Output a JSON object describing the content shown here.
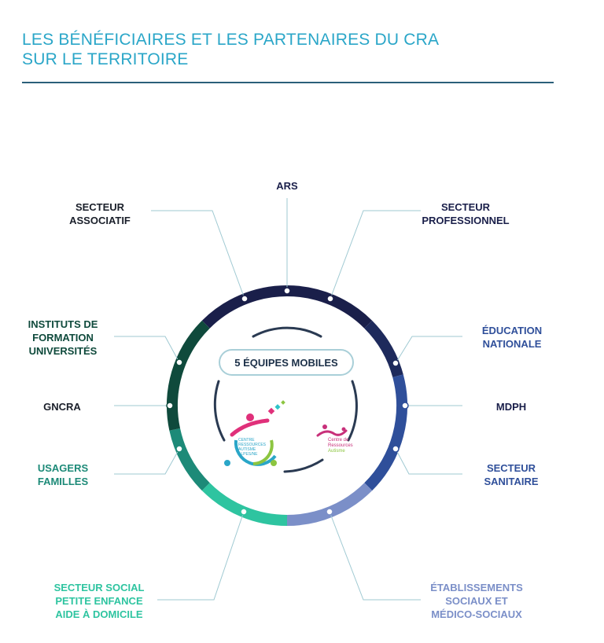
{
  "title": {
    "line1": "LES BÉNÉFICIAIRES ET LES PARTENAIRES DU CRA",
    "line2": "SUR LE TERRITOIRE"
  },
  "center_label": "5 ÉQUIPES MOBILES",
  "nodes": {
    "ars": {
      "lines": [
        "ARS"
      ]
    },
    "secteur_professionnel": {
      "lines": [
        "SECTEUR",
        "PROFESSIONNEL"
      ]
    },
    "education_nationale": {
      "lines": [
        "ÉDUCATION",
        "NATIONALE"
      ]
    },
    "mdph": {
      "lines": [
        "MDPH"
      ]
    },
    "secteur_sanitaire": {
      "lines": [
        "SECTEUR",
        "SANITAIRE"
      ]
    },
    "etablissements": {
      "lines": [
        "ÉTABLISSEMENTS",
        "SOCIAUX ET",
        "MÉDICO-SOCIAUX"
      ]
    },
    "secteur_social": {
      "lines": [
        "SECTEUR SOCIAL",
        "PETITE ENFANCE",
        "AIDE À DOMICILE"
      ]
    },
    "usagers_familles": {
      "lines": [
        "USAGERS",
        "FAMILLES"
      ]
    },
    "gncra": {
      "lines": [
        "GNCRA"
      ]
    },
    "instituts": {
      "lines": [
        "INSTITUTS DE",
        "FORMATION",
        "UNIVERSITÉS"
      ]
    },
    "secteur_associatif": {
      "lines": [
        "SECTEUR",
        "ASSOCIATIF"
      ]
    }
  },
  "logos": {
    "cra_alpes": {
      "lines": [
        "CENTRE",
        "RESSOURCES",
        "AUTISME",
        "ALPES/NE"
      ]
    },
    "cra_right": {
      "lines": [
        "Centre de",
        "Ressources",
        "Autisme"
      ]
    }
  },
  "colors": {
    "title": "#2aa6c8",
    "rule": "#2b5f7a",
    "navy": "#1a1f4a",
    "blue": "#2f4f9a",
    "blue_light": "#7b8fc8",
    "teal": "#2ec4a0",
    "green_dark": "#0f4a3c",
    "connector": "#9fc9d2"
  }
}
